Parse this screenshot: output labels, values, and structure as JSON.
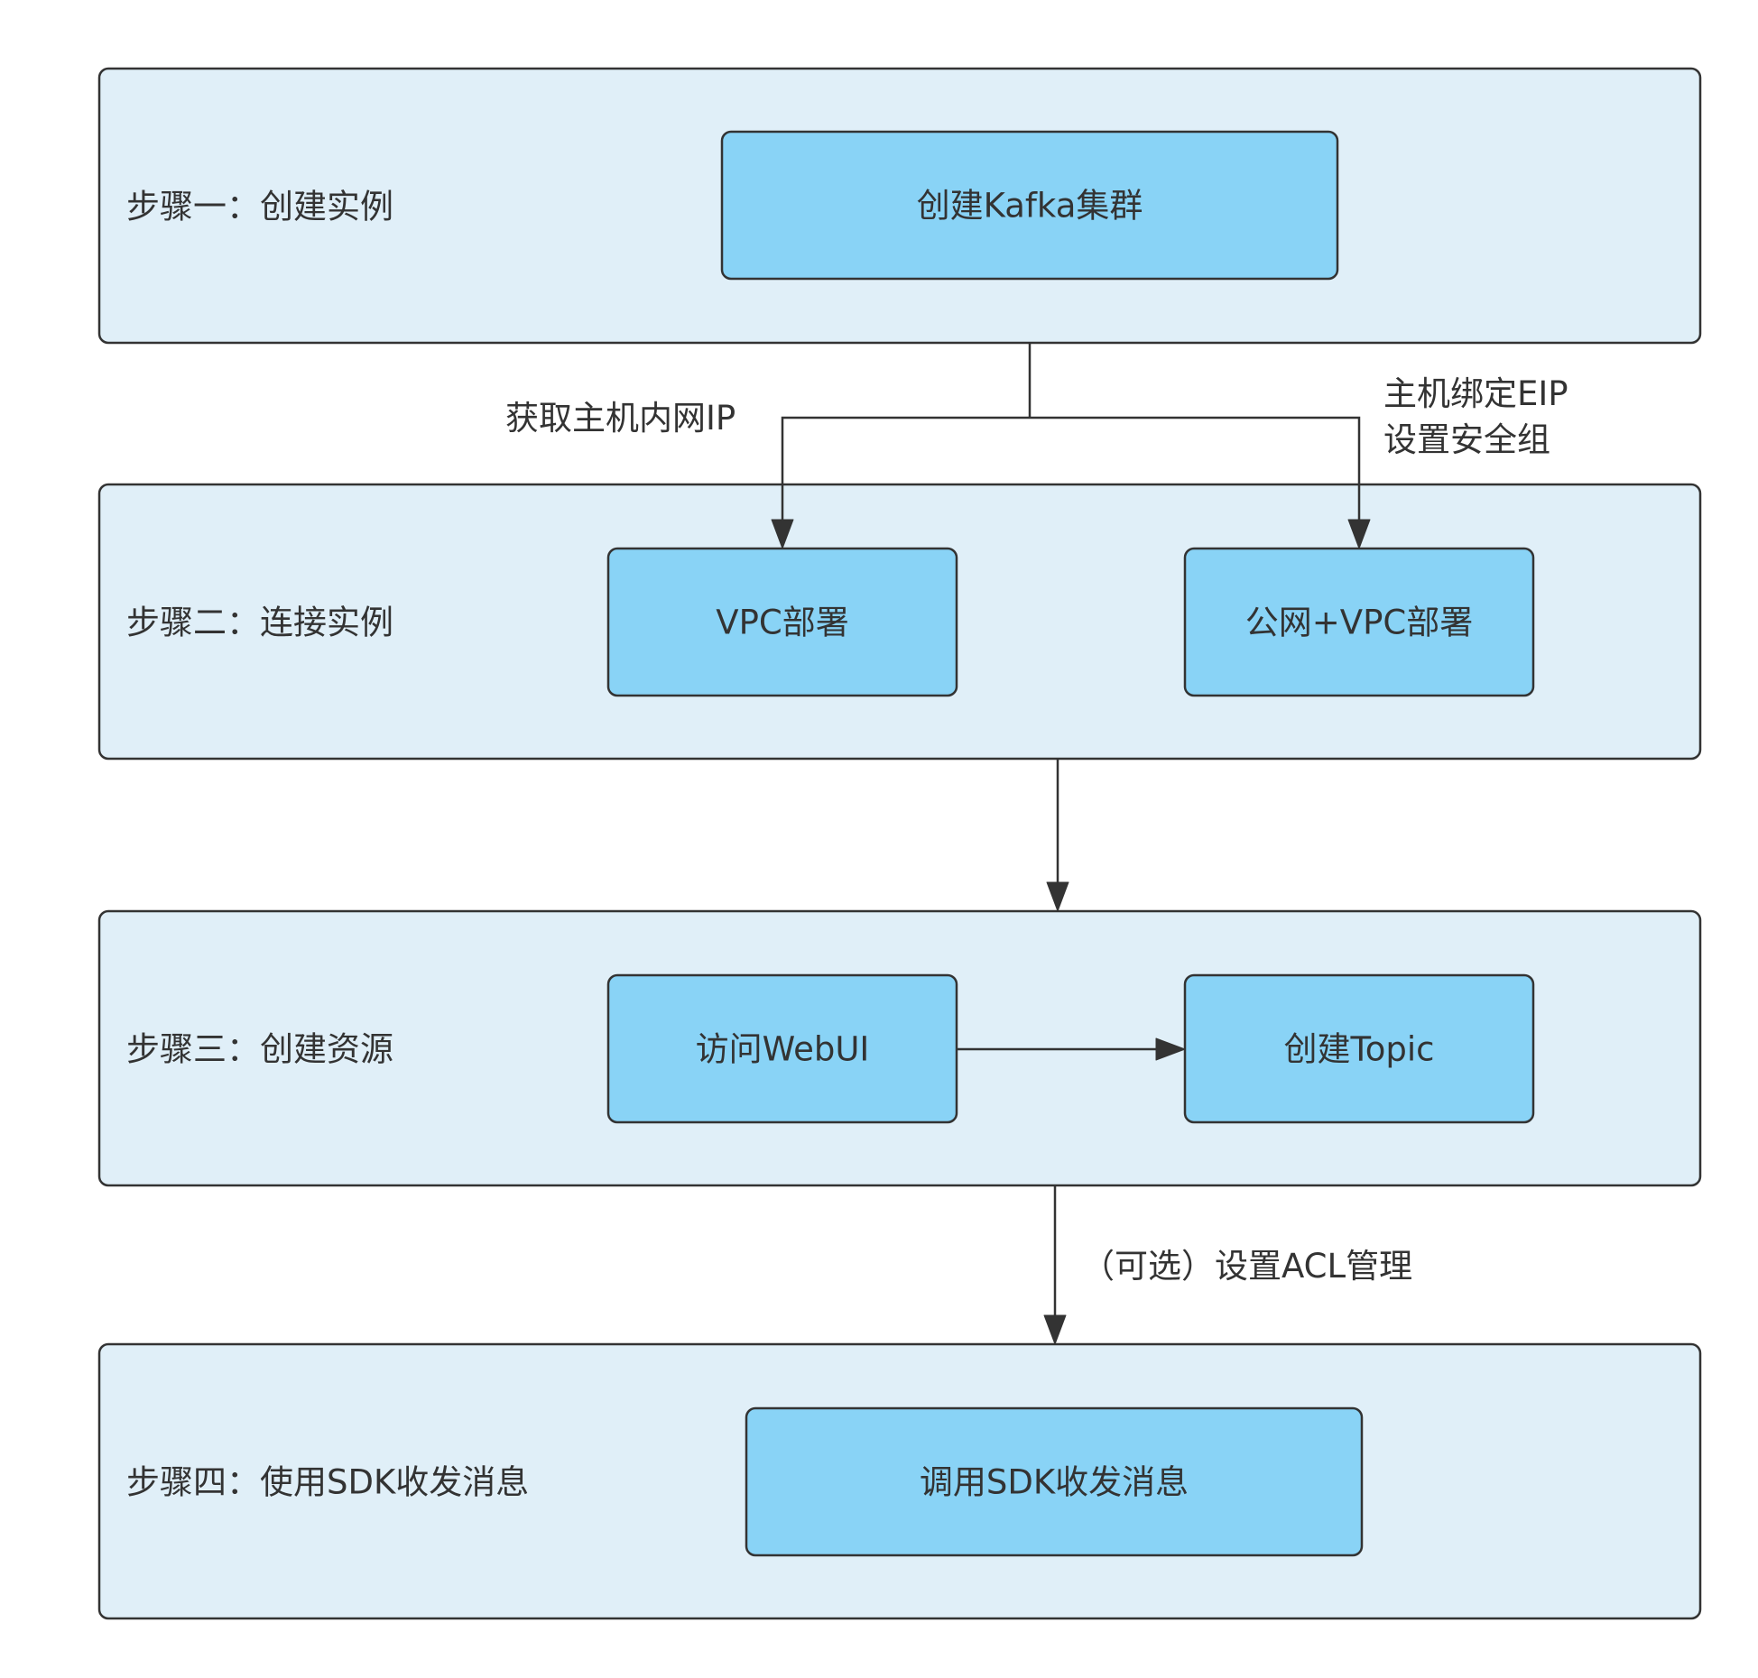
{
  "steps": [
    {
      "label": "步骤一：创建实例",
      "nodes": [
        "创建Kafka集群"
      ]
    },
    {
      "label": "步骤二：连接实例",
      "nodes": [
        "VPC部署",
        "公网+VPC部署"
      ]
    },
    {
      "label": "步骤三：创建资源",
      "nodes": [
        "访问WebUI",
        "创建Topic"
      ]
    },
    {
      "label": "步骤四：使用SDK收发消息",
      "nodes": [
        "调用SDK收发消息"
      ]
    }
  ],
  "edge_labels": {
    "to_vpc": "获取主机内网IP",
    "to_public_line1": "主机绑定EIP",
    "to_public_line2": "设置安全组",
    "optional_acl": "（可选）设置ACL管理"
  },
  "colors": {
    "panel_fill": "#e0eff8",
    "node_fill": "#89d3f6",
    "stroke": "#333333",
    "text": "#333333"
  }
}
